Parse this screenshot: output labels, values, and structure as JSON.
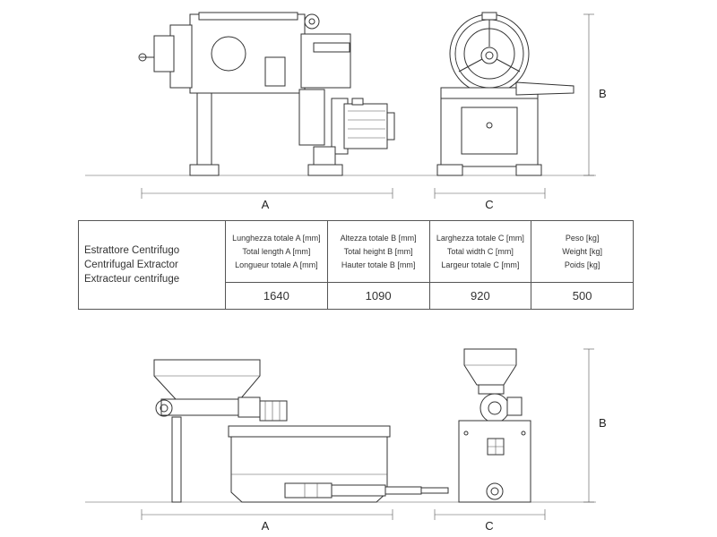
{
  "product": {
    "names": [
      "Estrattore Centrifugo",
      "Centrifugal Extractor",
      "Extracteur centrifuge"
    ]
  },
  "specs": [
    {
      "labels": [
        "Lunghezza totale A [mm]",
        "Total length A [mm]",
        "Longueur totale A [mm]"
      ],
      "value": "1640"
    },
    {
      "labels": [
        "Altezza totale B [mm]",
        "Total height B [mm]",
        "Hauter totale B [mm]"
      ],
      "value": "1090"
    },
    {
      "labels": [
        "Larghezza totale C [mm]",
        "Total width C [mm]",
        "Largeur totale C [mm]"
      ],
      "value": "920"
    },
    {
      "labels": [
        "Peso [kg]",
        "Weight [kg]",
        "Poids [kg]"
      ],
      "value": "500"
    }
  ],
  "dimensions": {
    "top": {
      "length": "A",
      "height": "B",
      "width": "C"
    },
    "bottom": {
      "length": "A",
      "height": "B",
      "width": "C"
    }
  }
}
